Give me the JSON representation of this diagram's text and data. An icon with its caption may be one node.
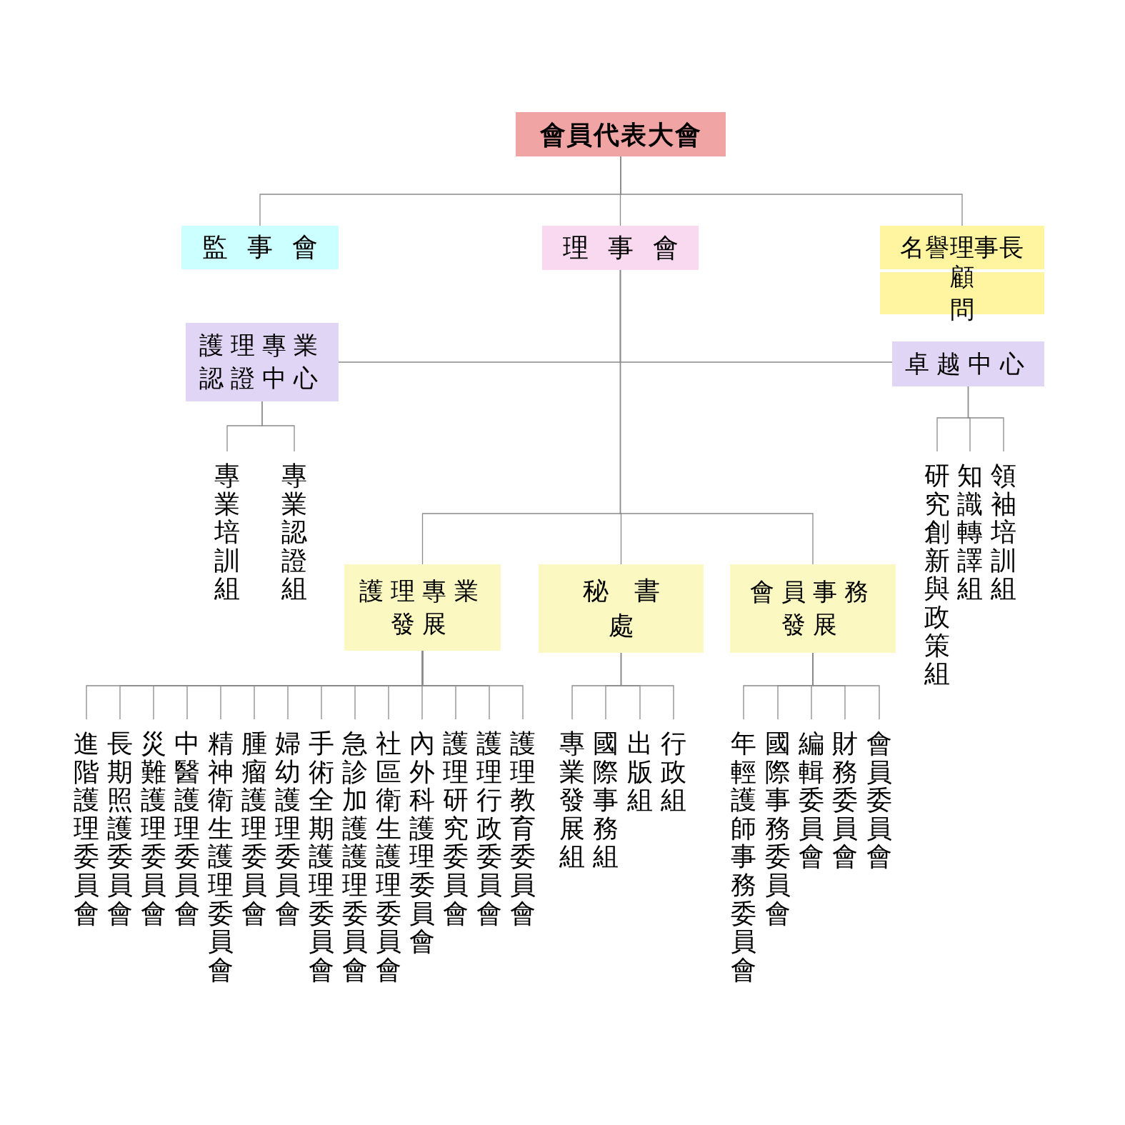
{
  "diagram": {
    "nodes": [
      {
        "text": [
          "會員代表大會"
        ]
      },
      {
        "text": [
          "監事會"
        ]
      },
      {
        "text": [
          "理事會"
        ]
      },
      {
        "text": [
          "名譽理事長"
        ]
      },
      {
        "text": [
          "顧問"
        ]
      },
      {
        "text": [
          "護理專業認證中心"
        ]
      },
      {
        "text": [
          "卓越中心"
        ]
      },
      {
        "text": [
          "專業培訓組"
        ]
      },
      {
        "text": [
          "專業認證組"
        ]
      },
      {
        "text": [
          "研究創新與政策組"
        ]
      },
      {
        "text": [
          "知識轉譯組"
        ]
      },
      {
        "text": [
          "領袖培訓組"
        ]
      },
      {
        "text": [
          "護理專業發展"
        ]
      },
      {
        "text": [
          "秘書處"
        ]
      },
      {
        "text": [
          "會員事務發展"
        ]
      },
      {
        "text": [
          "進階護理委員會"
        ]
      },
      {
        "text": [
          "長期照護委員會"
        ]
      },
      {
        "text": [
          "災難護理委員會"
        ]
      },
      {
        "text": [
          "中醫護理委員會"
        ]
      },
      {
        "text": [
          "精神衛生護理委員會"
        ]
      },
      {
        "text": [
          "腫瘤護理委員會"
        ]
      },
      {
        "text": [
          "婦幼護理委員會"
        ]
      },
      {
        "text": [
          "手術全期護理委員會"
        ]
      },
      {
        "text": [
          "急診加護護理委員會"
        ]
      },
      {
        "text": [
          "社區衛生護理委員會"
        ]
      },
      {
        "text": [
          "內外科護理委員會"
        ]
      },
      {
        "text": [
          "護理研究委員會"
        ]
      },
      {
        "text": [
          "護理行政委員會"
        ]
      },
      {
        "text": [
          "護理教育委員會"
        ]
      },
      {
        "text": [
          "專業發展組"
        ]
      },
      {
        "text": [
          "國際事務組"
        ]
      },
      {
        "text": [
          "出版組"
        ]
      },
      {
        "text": [
          "行政組"
        ]
      },
      {
        "text": [
          "年輕護師事務委員會"
        ]
      },
      {
        "text": [
          "國際事務委員會"
        ]
      },
      {
        "text": [
          "編輯委員會"
        ]
      },
      {
        "text": [
          "財務委員會"
        ]
      },
      {
        "text": [
          "會員委員會"
        ]
      }
    ],
    "edges": [
      {
        "from": 0,
        "to": 1,
        "arrow": "none"
      },
      {
        "from": 0,
        "to": 2,
        "arrow": "none"
      },
      {
        "from": 0,
        "to": 3,
        "arrow": "none"
      },
      {
        "from": 2,
        "to": 5,
        "arrow": "none"
      },
      {
        "from": 2,
        "to": 6,
        "arrow": "none"
      },
      {
        "from": 5,
        "to": 7,
        "arrow": "none"
      },
      {
        "from": 5,
        "to": 8,
        "arrow": "none"
      },
      {
        "from": 6,
        "to": 9,
        "arrow": "none"
      },
      {
        "from": 6,
        "to": 10,
        "arrow": "none"
      },
      {
        "from": 6,
        "to": 11,
        "arrow": "none"
      },
      {
        "from": 2,
        "to": 12,
        "arrow": "none"
      },
      {
        "from": 2,
        "to": 13,
        "arrow": "none"
      },
      {
        "from": 2,
        "to": 14,
        "arrow": "none"
      },
      {
        "from": 12,
        "to": 15,
        "arrow": "none"
      },
      {
        "from": 12,
        "to": 16,
        "arrow": "none"
      },
      {
        "from": 12,
        "to": 17,
        "arrow": "none"
      },
      {
        "from": 12,
        "to": 18,
        "arrow": "none"
      },
      {
        "from": 12,
        "to": 19,
        "arrow": "none"
      },
      {
        "from": 12,
        "to": 20,
        "arrow": "none"
      },
      {
        "from": 12,
        "to": 21,
        "arrow": "none"
      },
      {
        "from": 12,
        "to": 22,
        "arrow": "none"
      },
      {
        "from": 12,
        "to": 23,
        "arrow": "none"
      },
      {
        "from": 12,
        "to": 24,
        "arrow": "none"
      },
      {
        "from": 12,
        "to": 25,
        "arrow": "none"
      },
      {
        "from": 12,
        "to": 26,
        "arrow": "none"
      },
      {
        "from": 12,
        "to": 27,
        "arrow": "none"
      },
      {
        "from": 12,
        "to": 28,
        "arrow": "none"
      },
      {
        "from": 13,
        "to": 29,
        "arrow": "none"
      },
      {
        "from": 13,
        "to": 30,
        "arrow": "none"
      },
      {
        "from": 13,
        "to": 31,
        "arrow": "none"
      },
      {
        "from": 13,
        "to": 32,
        "arrow": "none"
      },
      {
        "from": 14,
        "to": 33,
        "arrow": "none"
      },
      {
        "from": 14,
        "to": 34,
        "arrow": "none"
      },
      {
        "from": 14,
        "to": 35,
        "arrow": "none"
      },
      {
        "from": 14,
        "to": 36,
        "arrow": "none"
      },
      {
        "from": 14,
        "to": 37,
        "arrow": "none"
      }
    ]
  }
}
